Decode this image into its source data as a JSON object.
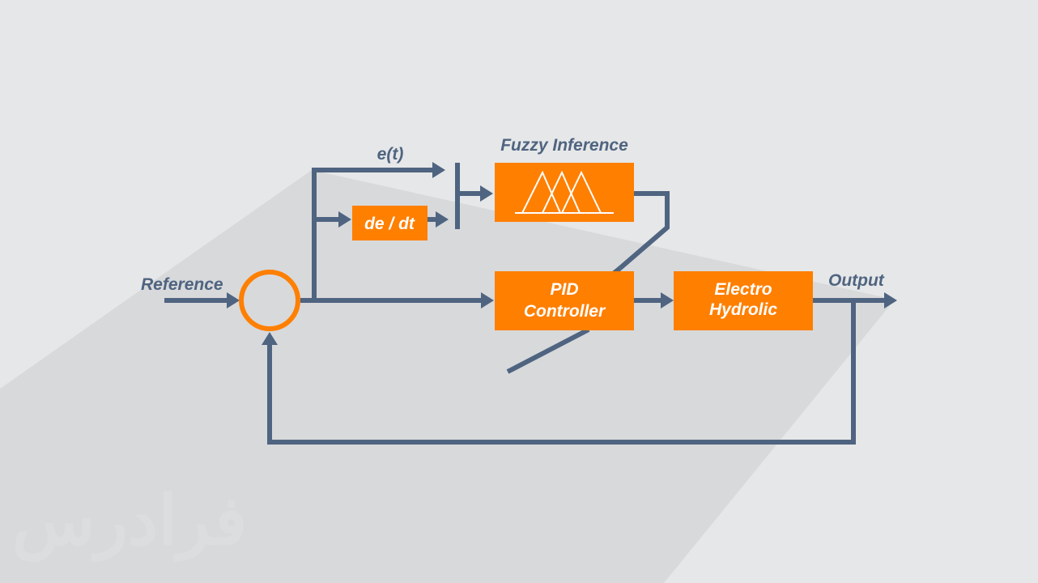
{
  "labels": {
    "reference": "Reference",
    "output": "Output",
    "error": "e(t)",
    "fuzzy_title": "Fuzzy Inference"
  },
  "blocks": {
    "derivative": "de / dt",
    "pid_line1": "PID",
    "pid_line2": "Controller",
    "plant_line1": "Electro",
    "plant_line2": "Hydrolic"
  },
  "watermark": "فرادرس",
  "colors": {
    "background": "#e6e7e8",
    "shadow": "#d8d9db",
    "wire": "#4f6480",
    "block": "#ff7f00",
    "block_text": "#ffffff"
  }
}
